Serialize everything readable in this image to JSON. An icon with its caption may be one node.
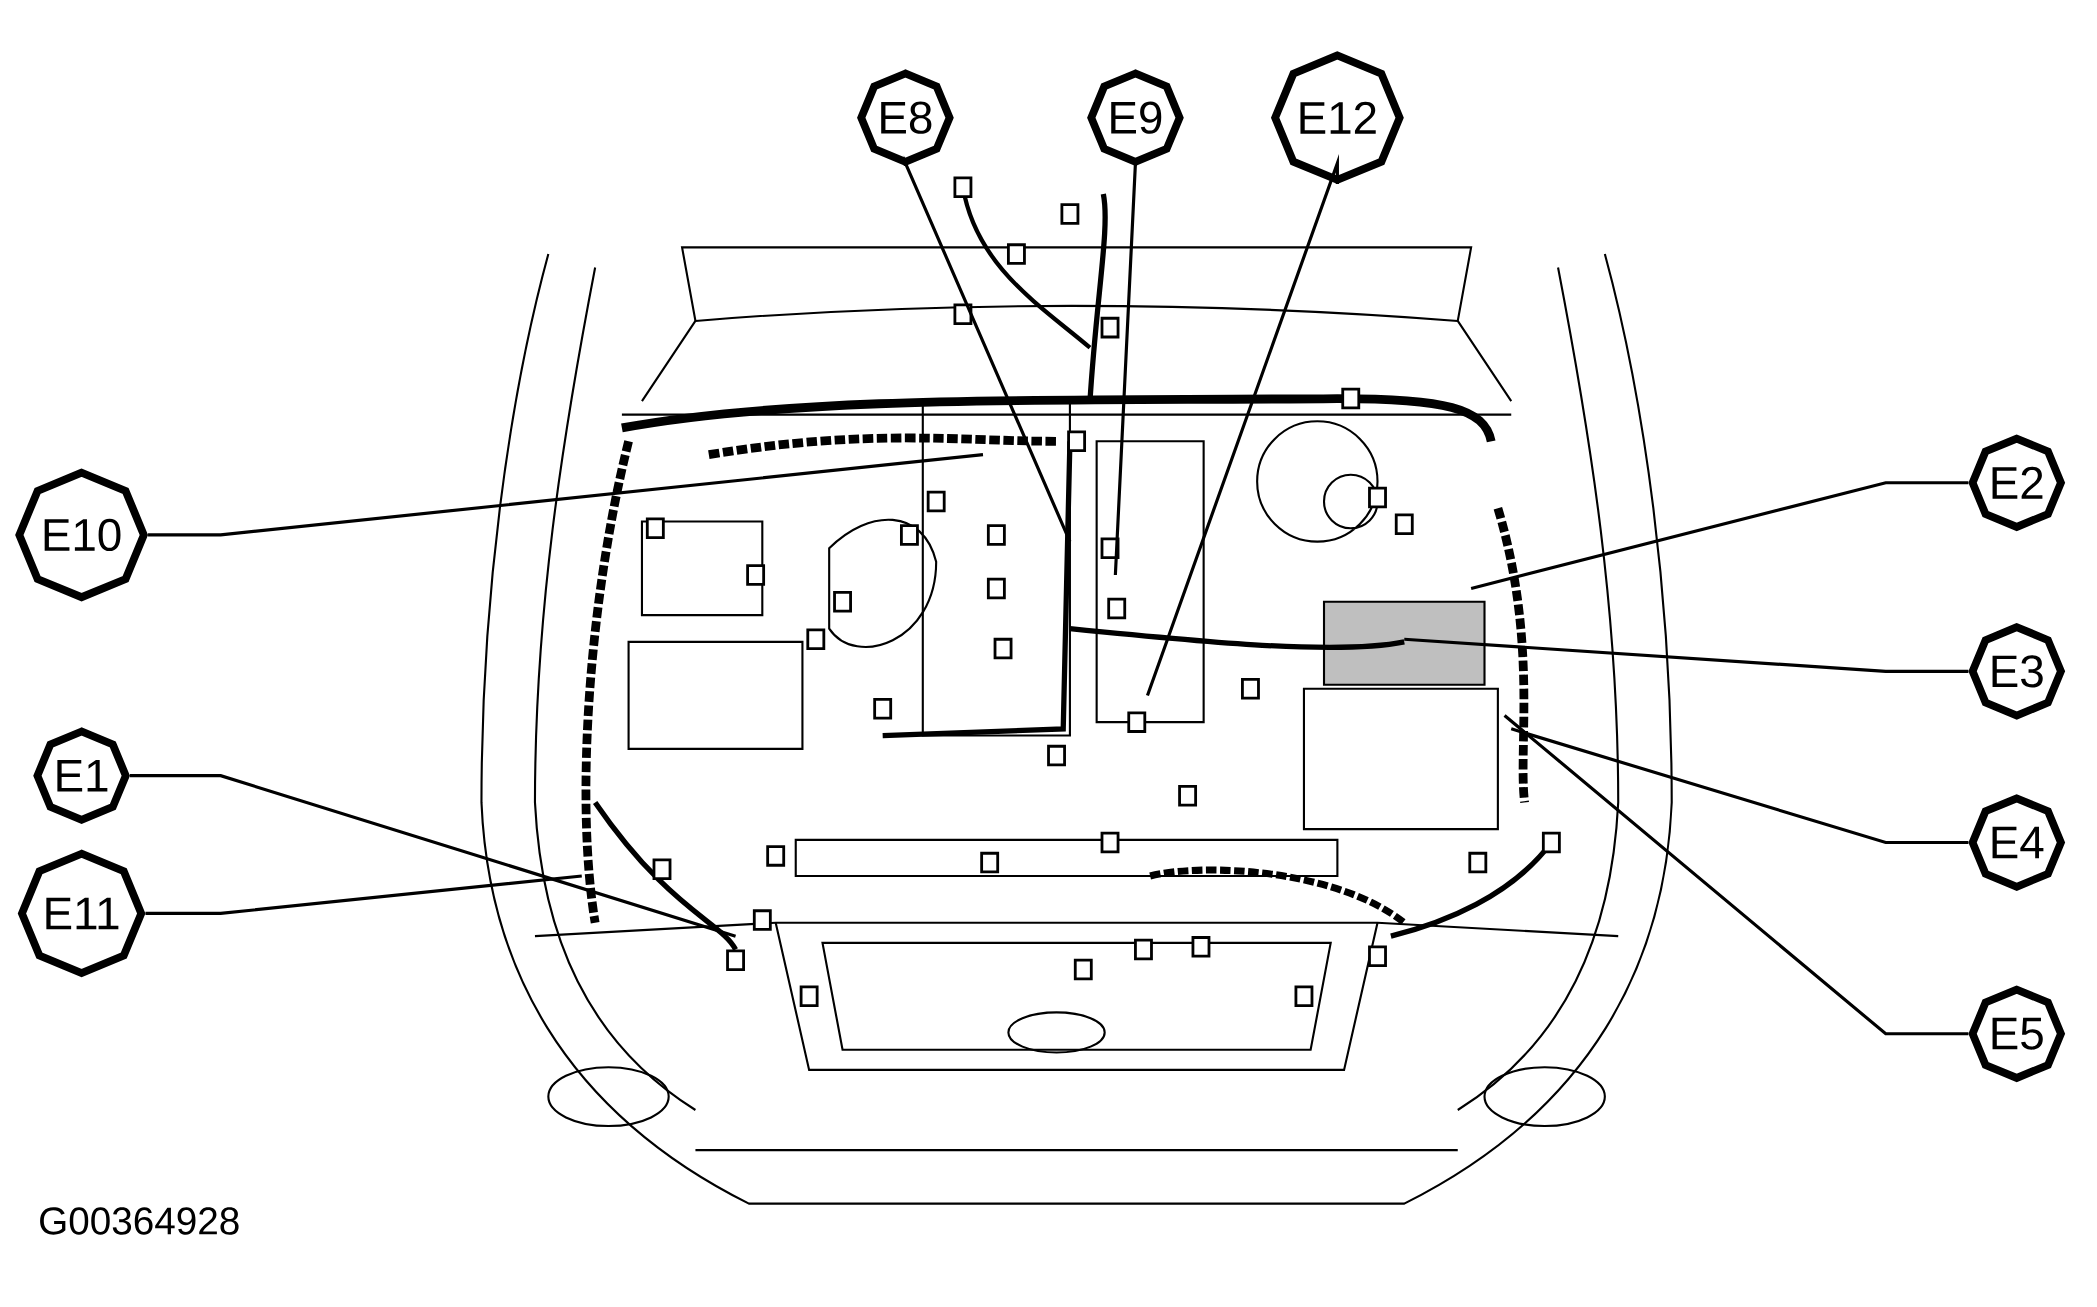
{
  "diagram": {
    "nodes": [
      {
        "text": [
          "E8"
        ]
      },
      {
        "text": [
          "E9"
        ]
      },
      {
        "text": [
          "E12"
        ]
      },
      {
        "text": [
          "E10"
        ]
      },
      {
        "text": [
          "E2"
        ]
      },
      {
        "text": [
          "E3"
        ]
      },
      {
        "text": [
          "E1"
        ]
      },
      {
        "text": [
          "E4"
        ]
      },
      {
        "text": [
          "E11"
        ]
      },
      {
        "text": [
          "E5"
        ]
      }
    ],
    "edges": [
      {
        "from": 0,
        "to": null,
        "arrow": "none"
      },
      {
        "from": 1,
        "to": null,
        "arrow": "none"
      },
      {
        "from": 2,
        "to": null,
        "arrow": "none"
      },
      {
        "from": 3,
        "to": null,
        "arrow": "none"
      },
      {
        "from": 4,
        "to": null,
        "arrow": "none"
      },
      {
        "from": 5,
        "to": null,
        "arrow": "none"
      },
      {
        "from": 6,
        "to": null,
        "arrow": "none"
      },
      {
        "from": 7,
        "to": null,
        "arrow": "none"
      },
      {
        "from": 8,
        "to": null,
        "arrow": "none"
      },
      {
        "from": 9,
        "to": null,
        "arrow": "none"
      }
    ],
    "labels": [
      "G00364928"
    ]
  }
}
